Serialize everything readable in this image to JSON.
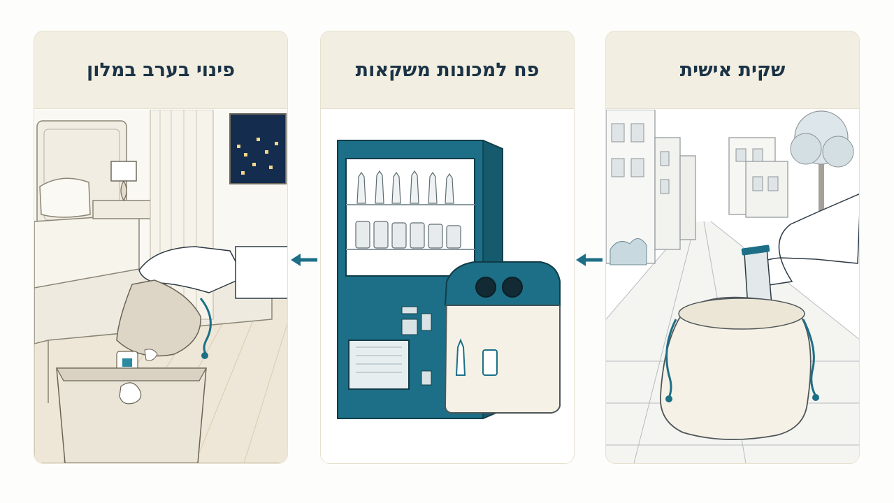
{
  "panels": [
    {
      "title": "פינוי בערב במלון"
    },
    {
      "title": "פח למכונות משקאות"
    },
    {
      "title": "שקית אישית"
    }
  ],
  "colors": {
    "teal": "#1c6f86",
    "ink": "#1b3346",
    "header_bg": "#f2eee1",
    "border": "#e6e0cf",
    "cream": "#f5f1e6"
  }
}
